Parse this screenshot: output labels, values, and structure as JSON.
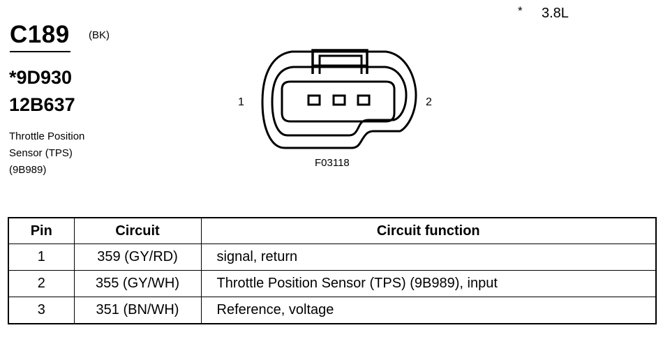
{
  "connector": {
    "id": "C189",
    "color": "(BK)",
    "engine_star": "*",
    "engine": "3.8L",
    "part_numbers": [
      "*9D930",
      "12B637"
    ],
    "description": [
      "Throttle Position",
      "Sensor (TPS)",
      "(9B989)"
    ],
    "pin_labels": [
      "1",
      "2"
    ],
    "figure_id": "F03118"
  },
  "table": {
    "headers": [
      "Pin",
      "Circuit",
      "Circuit function"
    ],
    "rows": [
      [
        "1",
        "359 (GY/RD)",
        "signal, return"
      ],
      [
        "2",
        "355 (GY/WH)",
        "Throttle Position Sensor (TPS) (9B989), input"
      ],
      [
        "3",
        "351 (BN/WH)",
        "Reference, voltage"
      ]
    ]
  }
}
